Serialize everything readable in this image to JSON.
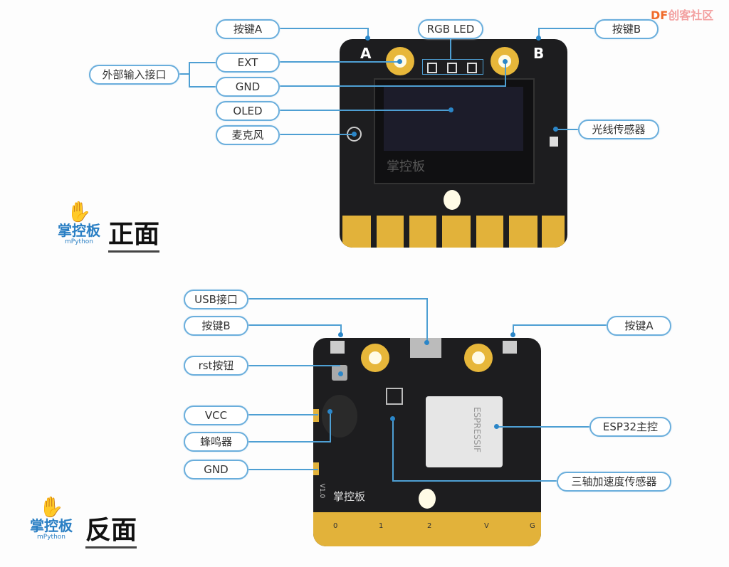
{
  "watermark": {
    "prefix": "DF",
    "suffix": "创客社区"
  },
  "front": {
    "title": "正面",
    "logo": {
      "cn": "掌控板",
      "en": "mPython"
    },
    "board_marks": {
      "a": "A",
      "b": "B",
      "oled_logo": "掌控板"
    },
    "labels": {
      "button_a": "按键A",
      "rgb_led": "RGB LED",
      "button_b": "按键B",
      "external_input": "外部输入接口",
      "ext": "EXT",
      "gnd": "GND",
      "oled": "OLED",
      "microphone": "麦克风",
      "light_sensor": "光线传感器"
    }
  },
  "back": {
    "title": "反面",
    "logo": {
      "cn": "掌控板",
      "en": "mPython"
    },
    "board_marks": {
      "logo": "掌控板",
      "version": "V1.0",
      "module": "ESPRESSIF",
      "pins": [
        "0",
        "1",
        "2",
        "V",
        "G"
      ]
    },
    "labels": {
      "usb": "USB接口",
      "button_b": "按键B",
      "button_a": "按键A",
      "rst": "rst按钮",
      "vcc": "VCC",
      "buzzer": "蜂鸣器",
      "gnd": "GND",
      "esp32": "ESP32主控",
      "accelerometer": "三轴加速度传感器"
    }
  },
  "colors": {
    "accent": "#4e9fd3",
    "board": "#1d1d1f",
    "gold": "#e2b23a",
    "brand": "#2a7fc4"
  }
}
